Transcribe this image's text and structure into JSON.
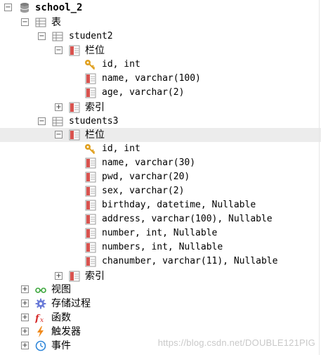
{
  "tree": {
    "database": "school_2",
    "tables_label": "表",
    "student2": {
      "name": "student2",
      "columns_label": "栏位",
      "columns": [
        "id, int",
        "name, varchar(100)",
        "age, varchar(2)"
      ],
      "indexes_label": "索引"
    },
    "students3": {
      "name": "students3",
      "columns_label": "栏位",
      "columns": [
        "id, int",
        "name, varchar(30)",
        "pwd, varchar(20)",
        "sex, varchar(2)",
        "birthday, datetime, Nullable",
        "address, varchar(100), Nullable",
        "number, int, Nullable",
        "numbers, int, Nullable",
        "chanumber, varchar(11), Nullable"
      ],
      "indexes_label": "索引"
    },
    "views_label": "视图",
    "procedures_label": "存储过程",
    "functions_label": "函数",
    "triggers_label": "触发器",
    "events_label": "事件"
  },
  "watermark": "https://blog.csdn.net/DOUBLE121PIG",
  "icons": {
    "database": "database-icon",
    "table": "table-icon",
    "column": "column-icon",
    "key": "key-icon",
    "view": "glasses-icon",
    "procedure": "gear-icon",
    "function": "fx-icon",
    "trigger": "lightning-icon",
    "event": "clock-icon"
  },
  "colors": {
    "selected_row": "#ececec",
    "column_icon": "#d9534f",
    "key_icon": "#e0a020"
  }
}
